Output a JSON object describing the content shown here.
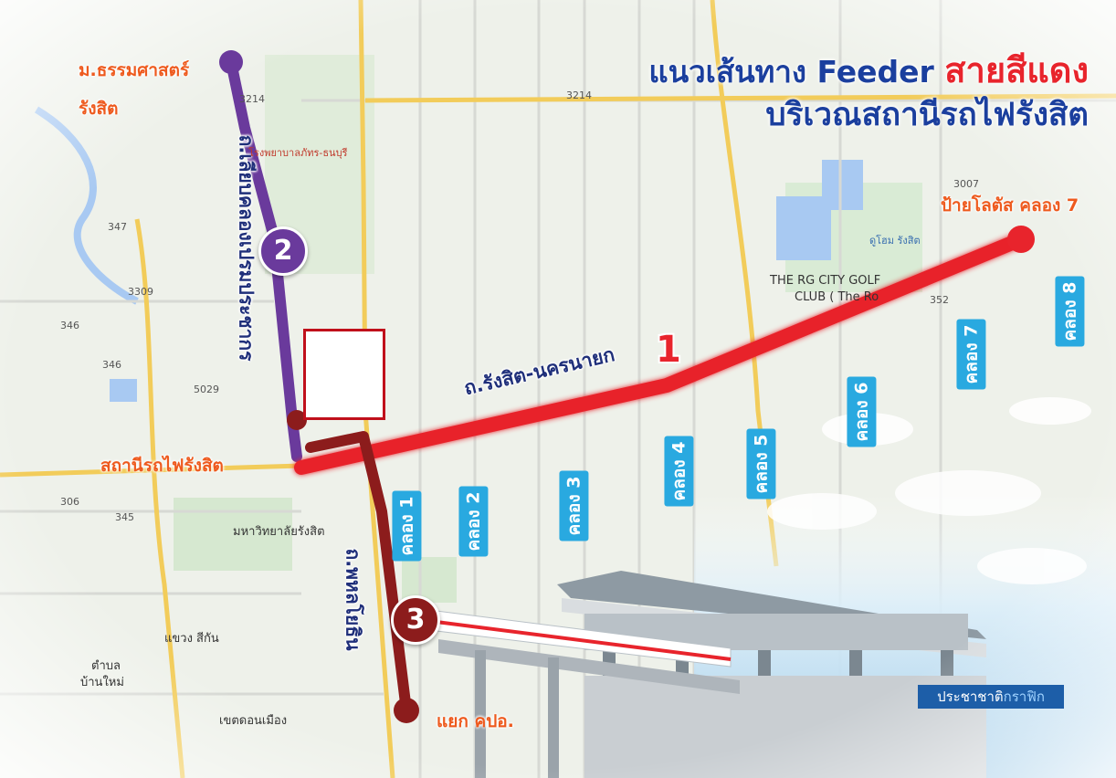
{
  "title": {
    "line1_prefix": "แนวเส้นทาง Feeder ",
    "line1_highlight": "สายสีแดง",
    "line2": "บริเวณสถานีรถไฟรังสิต"
  },
  "routes": [
    {
      "number": "1",
      "road": "ถ.รังสิต-นครนายก",
      "color": "#e8242c"
    },
    {
      "number": "2",
      "road": "ถ.เลียบคลองเปรมประชากร",
      "color": "#6a3a9c"
    },
    {
      "number": "3",
      "road": "ถ.พหลโยธิน",
      "color": "#8c1c1c"
    }
  ],
  "places": {
    "thammasat": "ม.ธรรมศาสตร์",
    "rangsit": "รังสิต",
    "station": "สถานีรถไฟรังสิต",
    "lotus_sign": "ป้ายโลตัส คลอง 7",
    "kpo": "แยก คปอ."
  },
  "canals": [
    "คลอง 1",
    "คลอง 2",
    "คลอง 3",
    "คลอง 4",
    "คลอง 5",
    "คลอง 6",
    "คลอง 7",
    "คลอง 8"
  ],
  "map_labels": {
    "golf_1": "THE RG CITY GOLF",
    "golf_2": "CLUB ( The Ro",
    "hospital": "โรงพยาบาลภัทร-ธนบุรี",
    "university": "มหาวิทยาลัยรังสิต",
    "khwaeng": "แขวง สีกัน",
    "tambon_1": "ตำบล",
    "tambon_2": "บ้านใหม่",
    "khet": "เขตดอนเมือง",
    "home": "ดูโฮม รังสิต"
  },
  "road_numbers": [
    "3214",
    "3214",
    "347",
    "3309",
    "346",
    "346",
    "5029",
    "306",
    "345",
    "352",
    "3007"
  ],
  "credit": {
    "main": "ประชาชาติ",
    "light": "กราฟิก"
  },
  "colors": {
    "title_blue": "#1b3f9e",
    "red_line": "#e8242c",
    "purple_line": "#6a3a9c",
    "maroon_line": "#8c1c1c",
    "label_orange": "#ee5a1e",
    "canal_badge": "#29a9e0"
  }
}
